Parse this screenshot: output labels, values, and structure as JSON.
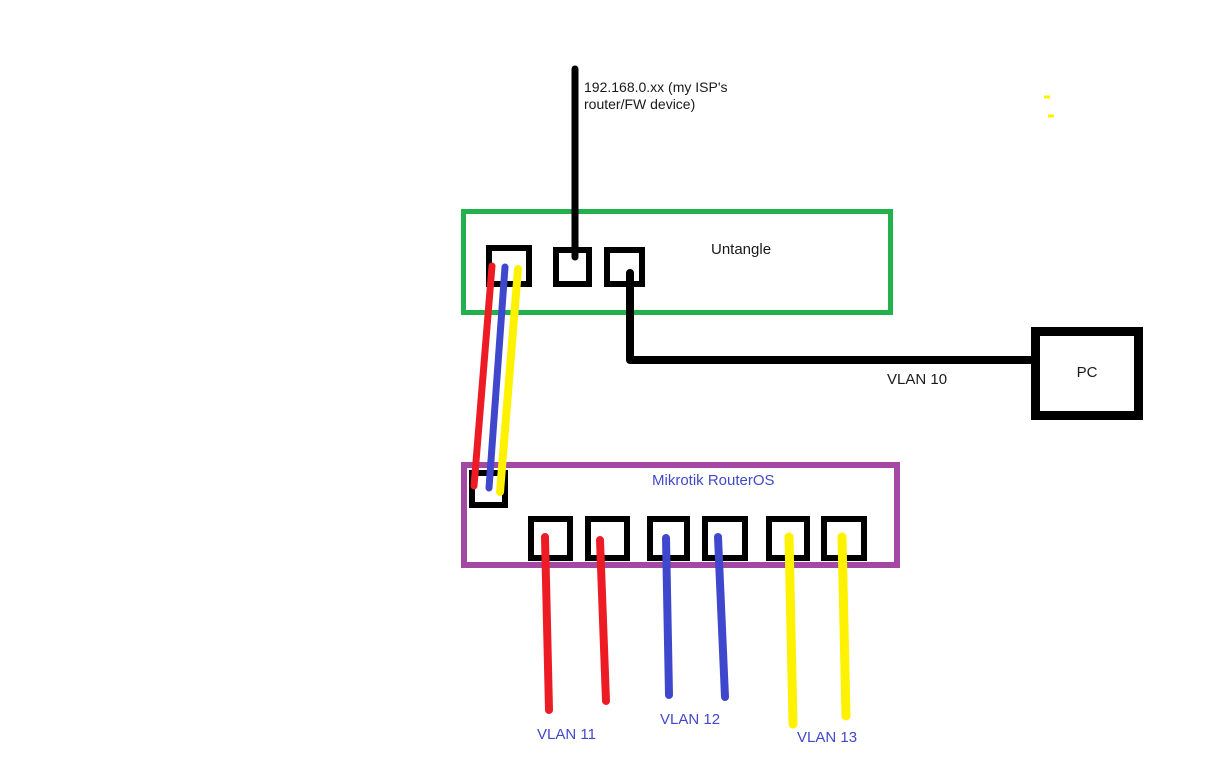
{
  "colors": {
    "green": "#22B14C",
    "purple": "#A349A4",
    "red": "#ED1C24",
    "blue": "#3F48CC",
    "yellow": "#FFF200",
    "black": "#000000",
    "label_blue": "#4348CB"
  },
  "isp": {
    "label_line1": "192.168.0.xx (my ISP's",
    "label_line2": "router/FW device)"
  },
  "untangle": {
    "label": "Untangle",
    "port_count": 3
  },
  "mikrotik": {
    "label": "Mikrotik RouterOS",
    "uplink_port_count": 1,
    "lan_port_count": 6
  },
  "pc": {
    "label": "PC"
  },
  "vlans": {
    "vlan10": "VLAN 10",
    "vlan11": "VLAN 11",
    "vlan12": "VLAN 12",
    "vlan13": "VLAN 13"
  }
}
